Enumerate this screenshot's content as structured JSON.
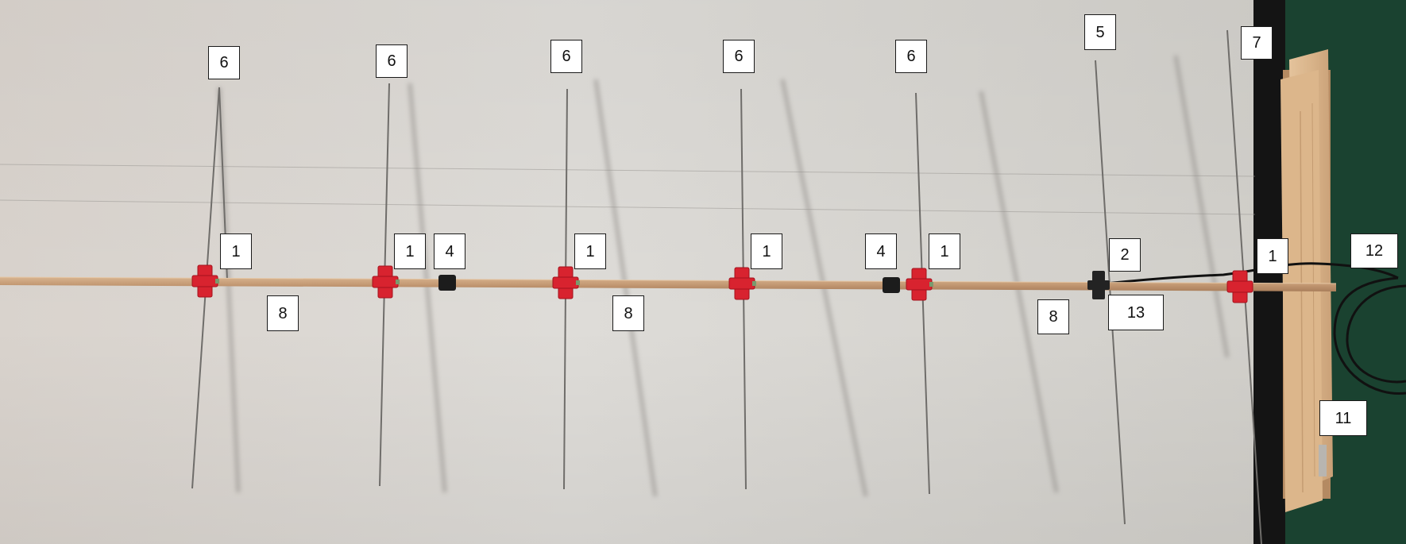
{
  "photo": {
    "subject": "yagi-antenna",
    "colors": {
      "wall": "#d8d6d1",
      "boom": "#c49a74",
      "clamp": "#d8232f",
      "ferrite": "#1c1c1c",
      "board": "#d9b48a",
      "green_wall": "#1f4a37",
      "dark_frame": "#141414"
    }
  },
  "callouts": [
    {
      "id": "directors",
      "text": "6"
    },
    {
      "id": "directors",
      "text": "6"
    },
    {
      "id": "directors",
      "text": "6"
    },
    {
      "id": "directors",
      "text": "6"
    },
    {
      "id": "directors",
      "text": "6"
    },
    {
      "id": "driven",
      "text": "5"
    },
    {
      "id": "reflector",
      "text": "7"
    },
    {
      "id": "clamp",
      "text": "1"
    },
    {
      "id": "clamp",
      "text": "1"
    },
    {
      "id": "ferrite",
      "text": "4"
    },
    {
      "id": "clamp",
      "text": "1"
    },
    {
      "id": "clamp",
      "text": "1"
    },
    {
      "id": "ferrite",
      "text": "4"
    },
    {
      "id": "clamp",
      "text": "1"
    },
    {
      "id": "feed-clamp",
      "text": "2"
    },
    {
      "id": "clamp",
      "text": "1"
    },
    {
      "id": "cable",
      "text": "12"
    },
    {
      "id": "boom",
      "text": "8"
    },
    {
      "id": "boom",
      "text": "8"
    },
    {
      "id": "boom",
      "text": "8"
    },
    {
      "id": "feedpoint",
      "text": "13"
    },
    {
      "id": "mount",
      "text": "11"
    }
  ]
}
